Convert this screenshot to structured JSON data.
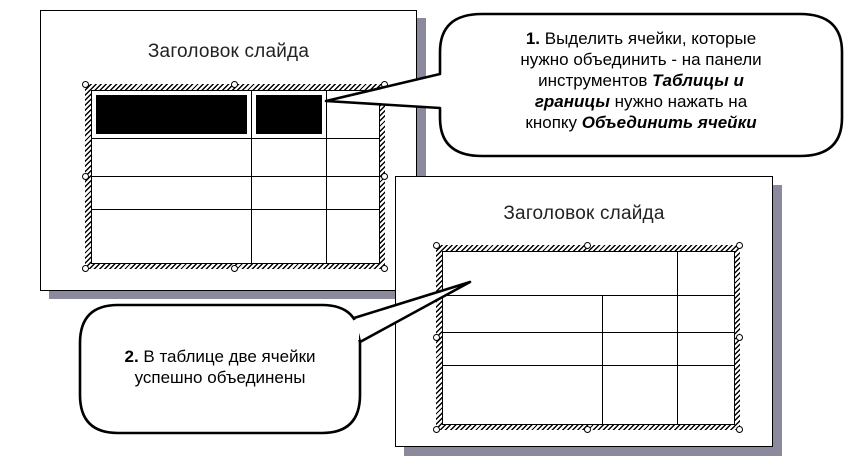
{
  "slide_before": {
    "title": "Заголовок слайда"
  },
  "slide_after": {
    "title": "Заголовок слайда"
  },
  "callout_1": {
    "number": "1.",
    "text_a": " Выделить ячейки, которые",
    "line_2": "нужно объединить - на панели",
    "line_3": "инструментов ",
    "emph_1": "Таблицы и",
    "emph_2": "границы",
    "text_b": " нужно нажать на",
    "line_5": "кнопку ",
    "emph_3": "Объединить ячейки"
  },
  "callout_2": {
    "number": "2.",
    "text_a": " В таблице две ячейки",
    "line_2": "успешно объединены"
  },
  "colors": {
    "shadow": "#8a8a9c",
    "selected_cell": "#000000",
    "border": "#000000"
  }
}
